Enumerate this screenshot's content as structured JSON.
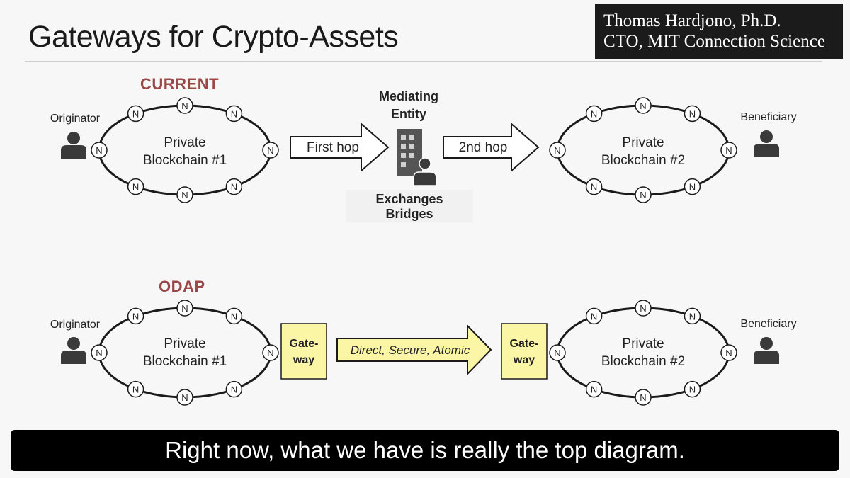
{
  "slide": {
    "title": "Gateways for Crypto-Assets",
    "speaker": {
      "line1": "Thomas Hardjono, Ph.D.",
      "line2": "CTO, MIT Connection Science"
    }
  },
  "current": {
    "label": "CURRENT",
    "originator": "Originator",
    "beneficiary": "Beneficiary",
    "chain1": [
      "Private",
      "Blockchain #1"
    ],
    "chain2": [
      "Private",
      "Blockchain #2"
    ],
    "node_letter": "N",
    "first_hop": "First hop",
    "second_hop": "2nd hop",
    "mediating": [
      "Mediating",
      "Entity"
    ],
    "exchanges": [
      "Exchanges",
      "Bridges"
    ]
  },
  "odap": {
    "label": "ODAP",
    "originator": "Originator",
    "beneficiary": "Beneficiary",
    "chain1": [
      "Private",
      "Blockchain #1"
    ],
    "chain2": [
      "Private",
      "Blockchain #2"
    ],
    "node_letter": "N",
    "gateway": [
      "Gate-",
      "way"
    ],
    "direct": "Direct, Secure, Atomic"
  },
  "caption": {
    "text": "Right now, what we have is really the top diagram."
  },
  "colors": {
    "label_red": "#9a4848",
    "gateway_yellow": "#fbf6a6",
    "caption_bg": "#000000"
  }
}
